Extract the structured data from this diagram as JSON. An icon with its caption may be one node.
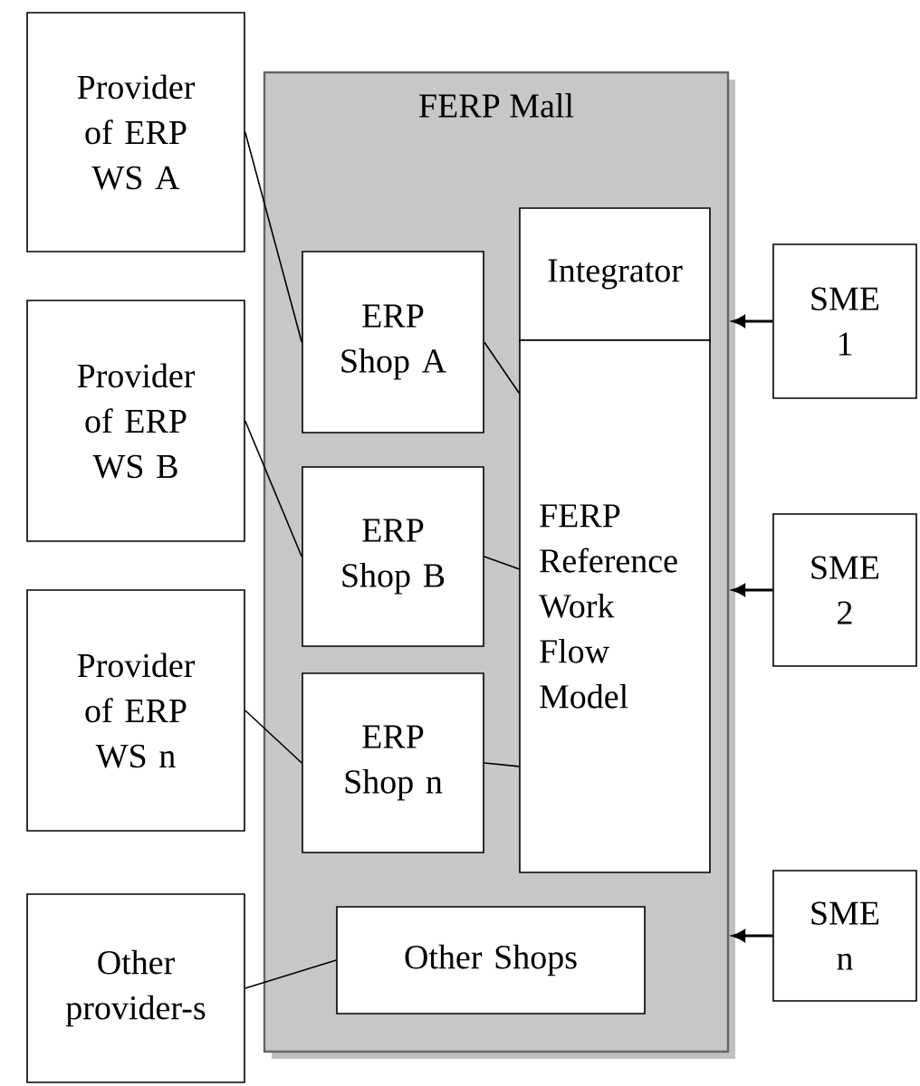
{
  "diagram": {
    "nodes": [
      {
        "text": [
          "FERP Mall"
        ]
      },
      {
        "text": [
          "Provider of ERP WS A"
        ]
      },
      {
        "text": [
          "Provider of ERP WS B"
        ]
      },
      {
        "text": [
          "Provider of ERP WS n"
        ]
      },
      {
        "text": [
          "Other provider-s"
        ]
      },
      {
        "text": [
          "ERP Shop A"
        ],
        "in": 0
      },
      {
        "text": [
          "ERP Shop B"
        ],
        "in": 0
      },
      {
        "text": [
          "ERP Shop n"
        ],
        "in": 0
      },
      {
        "text": [
          "Integrator"
        ],
        "in": 0
      },
      {
        "text": [
          "FERP Reference Work Flow Model"
        ],
        "in": 0
      },
      {
        "text": [
          "Other Shops"
        ],
        "in": 0
      },
      {
        "text": [
          "SME 1"
        ]
      },
      {
        "text": [
          "SME 2"
        ]
      },
      {
        "text": [
          "SME n"
        ]
      }
    ],
    "edges": [
      {
        "from": 1,
        "to": 5,
        "arrow": "none"
      },
      {
        "from": 2,
        "to": 6,
        "arrow": "none"
      },
      {
        "from": 3,
        "to": 7,
        "arrow": "none"
      },
      {
        "from": 4,
        "to": 10,
        "arrow": "none"
      },
      {
        "from": 5,
        "to": 9,
        "arrow": "none"
      },
      {
        "from": 6,
        "to": 9,
        "arrow": "none"
      },
      {
        "from": 7,
        "to": 9,
        "arrow": "none"
      },
      {
        "from": 11,
        "to": 0,
        "arrow": "to"
      },
      {
        "from": 12,
        "to": 0,
        "arrow": "to"
      },
      {
        "from": 13,
        "to": 0,
        "arrow": "to"
      }
    ]
  }
}
